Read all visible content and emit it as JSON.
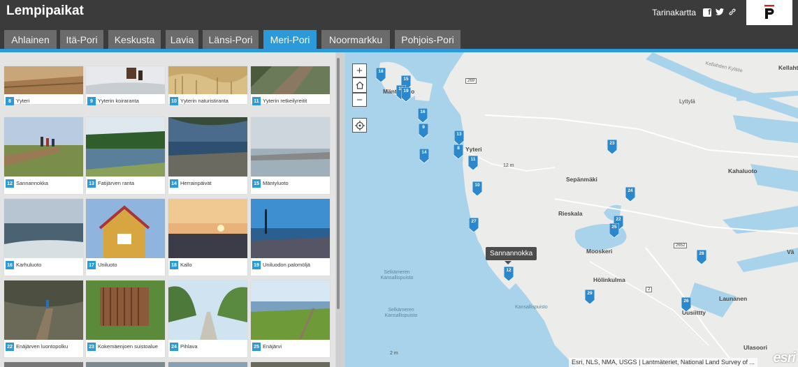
{
  "header": {
    "title": "Lempipaikat",
    "story_map_label": "Tarinakartta",
    "icons": [
      "facebook-icon",
      "twitter-icon",
      "link-icon",
      "brand-logo-icon"
    ]
  },
  "tabs": [
    {
      "label": "Ahlainen",
      "active": false
    },
    {
      "label": "Itä-Pori",
      "active": false
    },
    {
      "label": "Keskusta",
      "active": false
    },
    {
      "label": "Lavia",
      "active": false
    },
    {
      "label": "Länsi-Pori",
      "active": false
    },
    {
      "label": "Meri-Pori",
      "active": true
    },
    {
      "label": "Noormarkku",
      "active": false
    },
    {
      "label": "Pohjois-Pori",
      "active": false
    }
  ],
  "gallery": {
    "items": [
      {
        "number": "8",
        "label": "Yyteri"
      },
      {
        "number": "9",
        "label": "Yyterin koiraranta"
      },
      {
        "number": "10",
        "label": "Yyterin naturistiranta"
      },
      {
        "number": "11",
        "label": "Yyterin retkeilyreitit"
      },
      {
        "number": "12",
        "label": "Sannannokka"
      },
      {
        "number": "13",
        "label": "Fatijärven ranta"
      },
      {
        "number": "14",
        "label": "Herrainpäivät"
      },
      {
        "number": "15",
        "label": "Mäntyluoto"
      },
      {
        "number": "16",
        "label": "Karhuluoto"
      },
      {
        "number": "17",
        "label": "Uniluoto"
      },
      {
        "number": "18",
        "label": "Kallo"
      },
      {
        "number": "19",
        "label": "Uniluodon palomöljä"
      },
      {
        "number": "22",
        "label": "Enäjärven luontopolku"
      },
      {
        "number": "23",
        "label": "Kokemäenjoen suistoalue"
      },
      {
        "number": "24",
        "label": "Pihlava"
      },
      {
        "number": "25",
        "label": "Enäjärvi"
      }
    ]
  },
  "map": {
    "controls": {
      "zoom_in": "+",
      "zoom_out": "−",
      "icons": [
        "home-icon",
        "locate-icon"
      ]
    },
    "tooltip": "Sannannokka",
    "places": [
      "Kellahden Kylätie",
      "Kellahti",
      "Lyttylä",
      "Yyteri",
      "Sepänmäki",
      "Kahaluoto",
      "Rieskala",
      "Mooskeri",
      "Hölinkulma",
      "Launanen",
      "Kansallispuisto",
      "Selkämeren Kansallispuisto",
      "Selkämeren Kansallispuisto",
      "Ulasoori",
      "Uusiittty",
      "Vä",
      "Mäntyluoto"
    ],
    "elevations": [
      "12 m",
      "2 m"
    ],
    "road_numbers": [
      "269",
      "2652",
      "2"
    ],
    "markers": [
      "18",
      "15",
      "19",
      "16",
      "9",
      "13",
      "8",
      "14",
      "11",
      "10",
      "27",
      "12",
      "23",
      "24",
      "22",
      "25",
      "28",
      "29",
      "26"
    ],
    "attribution": "Esri, NLS, NMA, USGS | Lantmäteriet, National Land Survey of ...",
    "esri_logo": "esri"
  },
  "colors": {
    "accent": "#2c99d9",
    "header_bg": "#3b3b3b",
    "tab_bg": "#6b6b6b",
    "water": "#a9d3ea",
    "land": "#ececea"
  }
}
